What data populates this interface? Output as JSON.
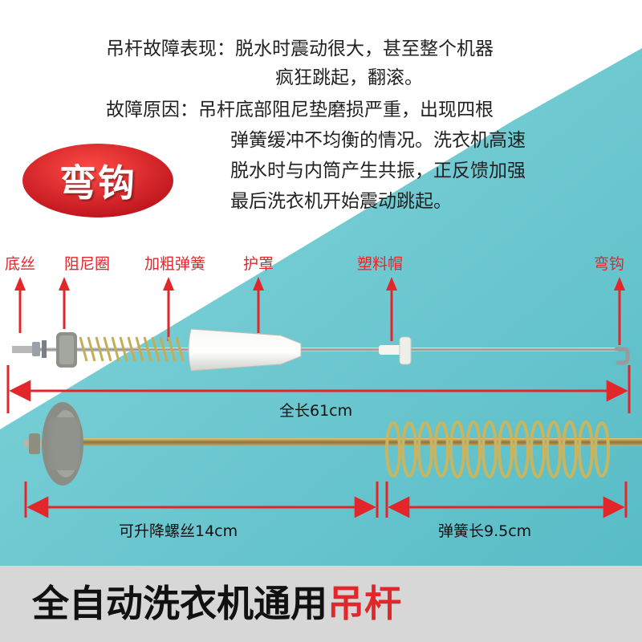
{
  "header": {
    "symptom_line1": "吊杆故障表现：脱水时震动很大，甚至整个机器",
    "symptom_line2": "疯狂跳起，翻滚。",
    "cause_line1": "故障原因：吊杆底部阻尼垫磨损严重，出现四根",
    "cause_line2": "弹簧缓冲不均衡的情况。洗衣机高速",
    "cause_line3": "脱水时与内筒产生共振，正反馈加强",
    "cause_line4": "最后洗衣机开始震动跳起。"
  },
  "badge": {
    "text": "弯钩"
  },
  "part_labels": {
    "bottom_wire": "底丝",
    "damper_ring": "阻尼圈",
    "thick_spring": "加粗弹簧",
    "cover": "护罩",
    "plastic_cap": "塑料帽",
    "hook": "弯钩"
  },
  "dimensions": {
    "total_length": "全长61cm",
    "screw_length": "可升降螺丝14cm",
    "spring_length": "弹簧长9.5cm"
  },
  "footer": {
    "title_main": "全自动洗衣机通用",
    "title_accent": "吊杆"
  },
  "colors": {
    "accent_red": "#e3262a",
    "teal": "#6cc8d0",
    "footer_bg": "#d7d7d7"
  }
}
